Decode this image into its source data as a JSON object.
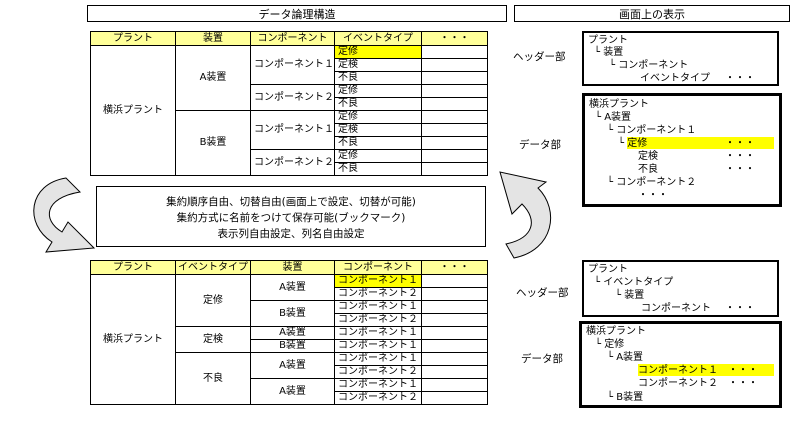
{
  "titles": {
    "left": "データ論理構造",
    "right": "画面上の表示"
  },
  "labels": {
    "header_part": "ヘッダー部",
    "data_part": "データ部"
  },
  "note": {
    "line1": "集約順序自由、切替自由(画面上で設定、切替が可能)",
    "line2": "集約方式に名前をつけて保存可能(ブックマーク)",
    "line3": "表示列自由設定、列名自由設定"
  },
  "table1": {
    "headers": [
      "プラント",
      "装置",
      "コンポーネント",
      "イベントタイプ",
      "・・・"
    ],
    "plant": "横浜プラント",
    "devices": [
      "A装置",
      "B装置"
    ],
    "components": [
      "コンポーネント１",
      "コンポーネント２",
      "コンポーネント１",
      "コンポーネント２"
    ],
    "events": [
      "定修",
      "定検",
      "不良",
      "定修",
      "不良",
      "定修",
      "定検",
      "不良",
      "定修",
      "不良"
    ]
  },
  "table2": {
    "headers": [
      "プラント",
      "イベントタイプ",
      "装置",
      "コンポーネント",
      "・・・"
    ],
    "plant": "横浜プラント",
    "events": [
      "定修",
      "定検",
      "不良"
    ],
    "devices": [
      "A装置",
      "B装置",
      "A装置",
      "B装置",
      "A装置",
      "A装置"
    ],
    "components": [
      "コンポーネント１",
      "コンポーネント２",
      "コンポーネント１",
      "コンポーネント２",
      "コンポーネント１",
      "コンポーネント１",
      "コンポーネント１",
      "コンポーネント２",
      "コンポーネント１",
      "コンポーネント２"
    ]
  },
  "panel1_header": [
    "プラント",
    "装置",
    "コンポーネント",
    "イベントタイプ"
  ],
  "panel1_data": [
    "横浜プラント",
    "A装置",
    "コンポーネント１",
    "定修",
    "定検",
    "不良",
    "コンポーネント２"
  ],
  "panel2_header": [
    "プラント",
    "イベントタイプ",
    "装置",
    "コンポーネント"
  ],
  "panel2_data": [
    "横浜プラント",
    "定修",
    "A装置",
    "コンポーネント１",
    "コンポーネント２",
    "B装置"
  ],
  "branch_char": "└",
  "dots": "・・・",
  "colors": {
    "header_fill": "#ffff99",
    "highlight": "#ffff00"
  }
}
